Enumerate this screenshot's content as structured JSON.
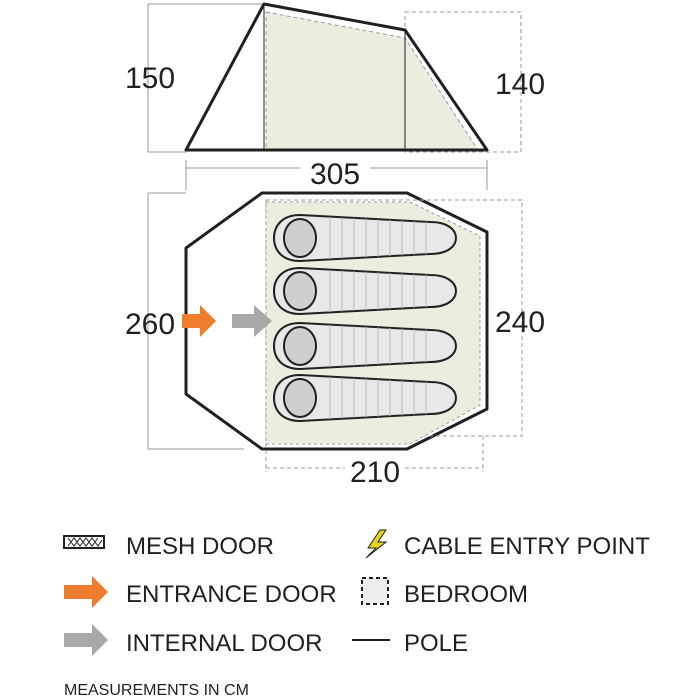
{
  "dimensions": {
    "side_height_front": "150",
    "side_height_rear": "140",
    "overall_length": "305",
    "overall_width": "260",
    "bedroom_width": "240",
    "bedroom_length": "210"
  },
  "legend": {
    "mesh_door": "MESH DOOR",
    "entrance_door": "ENTRANCE DOOR",
    "internal_door": "INTERNAL DOOR",
    "cable_entry_point": "CABLE ENTRY POINT",
    "bedroom": "BEDROOM",
    "pole": "POLE"
  },
  "note": "MEASUREMENTS IN CM",
  "colors": {
    "outline": "#231f20",
    "fabric_fill": "#e9eedf",
    "entrance_arrow": "#f07d2d",
    "internal_arrow": "#a8a8a8",
    "cable_bolt": "#e6d31e",
    "bedroom_fill": "#ededed",
    "dashed": "#9a9a9a",
    "sleeping_bag": "#e8e8e8"
  },
  "sleeping_bags": 4
}
